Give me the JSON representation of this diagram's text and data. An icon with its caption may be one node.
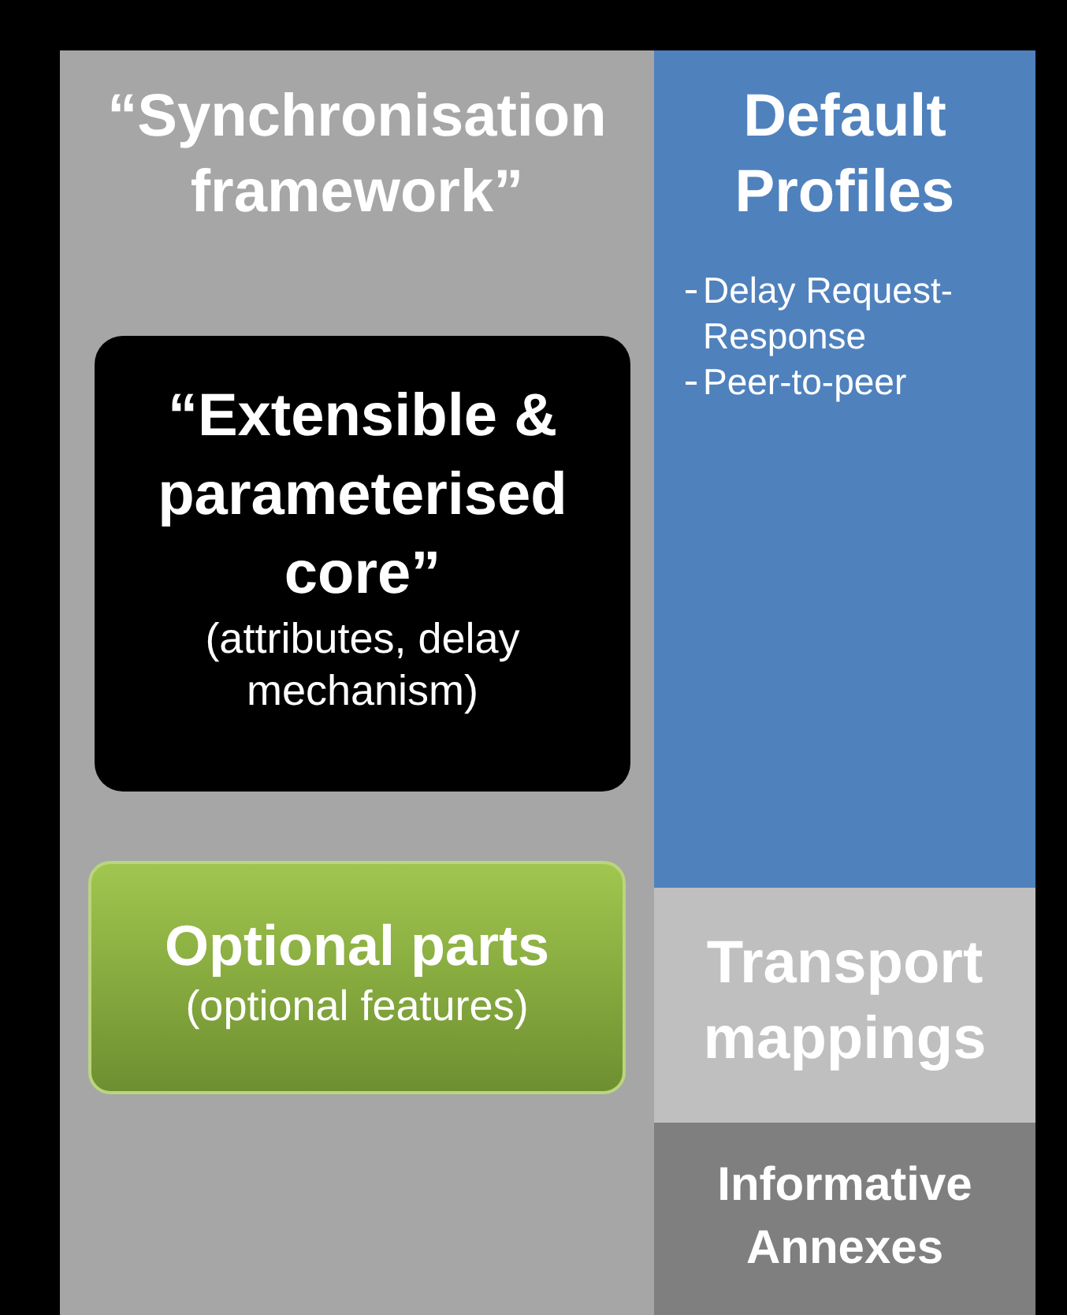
{
  "diagram": {
    "nodes": [
      {
        "text": [
          "“Synchronisation framework”"
        ]
      },
      {
        "text": [
          "“Extensible & parameterised core”",
          "(attributes, delay mechanism)"
        ],
        "in": 0
      },
      {
        "text": [
          "Optional parts",
          "(optional features)"
        ],
        "in": 0
      },
      {
        "text": [
          "Default Profiles",
          "Delay Request-Response",
          "Peer-to-peer"
        ]
      },
      {
        "text": [
          "Transport mappings"
        ]
      },
      {
        "text": [
          "Informative Annexes"
        ]
      }
    ]
  }
}
